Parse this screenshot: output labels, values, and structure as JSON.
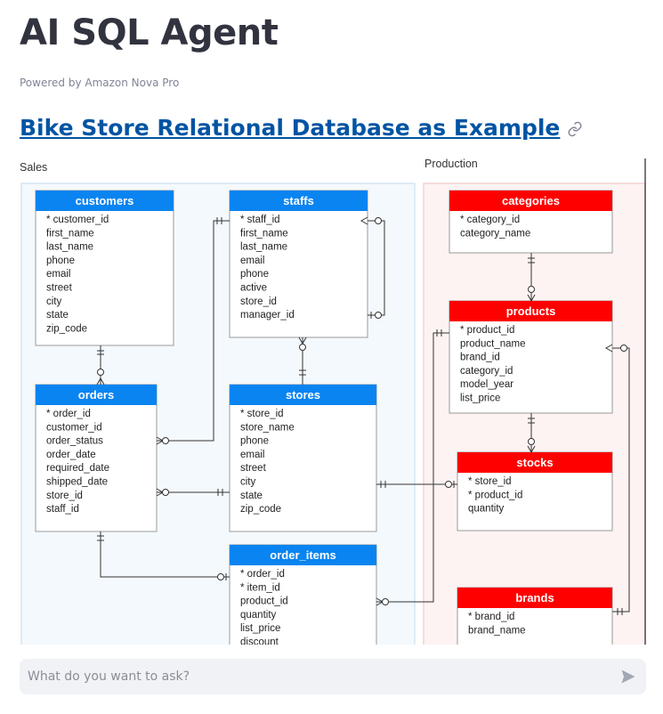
{
  "app": {
    "title": "AI SQL Agent",
    "caption": "Powered by Amazon Nova Pro"
  },
  "section": {
    "heading": "Bike Store Relational Database as Example",
    "link_icon": "link-icon"
  },
  "diagram": {
    "groups": [
      {
        "key": "sales",
        "label": "Sales"
      },
      {
        "key": "production",
        "label": "Production"
      }
    ],
    "tables": [
      {
        "key": "customers",
        "name": "customers",
        "group": "sales",
        "columns": [
          "* customer_id",
          "first_name",
          "last_name",
          "phone",
          "email",
          "street",
          "city",
          "state",
          "zip_code"
        ]
      },
      {
        "key": "staffs",
        "name": "staffs",
        "group": "sales",
        "columns": [
          "* staff_id",
          "first_name",
          "last_name",
          "email",
          "phone",
          "active",
          "store_id",
          "manager_id"
        ]
      },
      {
        "key": "orders",
        "name": "orders",
        "group": "sales",
        "columns": [
          "* order_id",
          "customer_id",
          "order_status",
          "order_date",
          "required_date",
          "shipped_date",
          "store_id",
          "staff_id"
        ]
      },
      {
        "key": "stores",
        "name": "stores",
        "group": "sales",
        "columns": [
          "* store_id",
          "store_name",
          "phone",
          "email",
          "street",
          "city",
          "state",
          "zip_code"
        ]
      },
      {
        "key": "order_items",
        "name": "order_items",
        "group": "sales",
        "columns": [
          "* order_id",
          "* item_id",
          "product_id",
          "quantity",
          "list_price",
          "discount"
        ]
      },
      {
        "key": "categories",
        "name": "categories",
        "group": "production",
        "columns": [
          "* category_id",
          "category_name"
        ]
      },
      {
        "key": "products",
        "name": "products",
        "group": "production",
        "columns": [
          "* product_id",
          "product_name",
          "brand_id",
          "category_id",
          "model_year",
          "list_price"
        ]
      },
      {
        "key": "stocks",
        "name": "stocks",
        "group": "production",
        "columns": [
          "* store_id",
          "* product_id",
          "quantity"
        ]
      },
      {
        "key": "brands",
        "name": "brands",
        "group": "production",
        "columns": [
          "* brand_id",
          "brand_name"
        ]
      }
    ],
    "colors": {
      "sales_header": "#0a84f0",
      "production_header": "#ff0000",
      "sales_bg": "#f4f9fd",
      "sales_border": "#d3e6f6",
      "production_bg": "#fdf3f2",
      "production_border": "#f4d4d0",
      "line": "#333333"
    }
  },
  "chat": {
    "placeholder": "What do you want to ask?",
    "send_icon": "send-icon"
  }
}
